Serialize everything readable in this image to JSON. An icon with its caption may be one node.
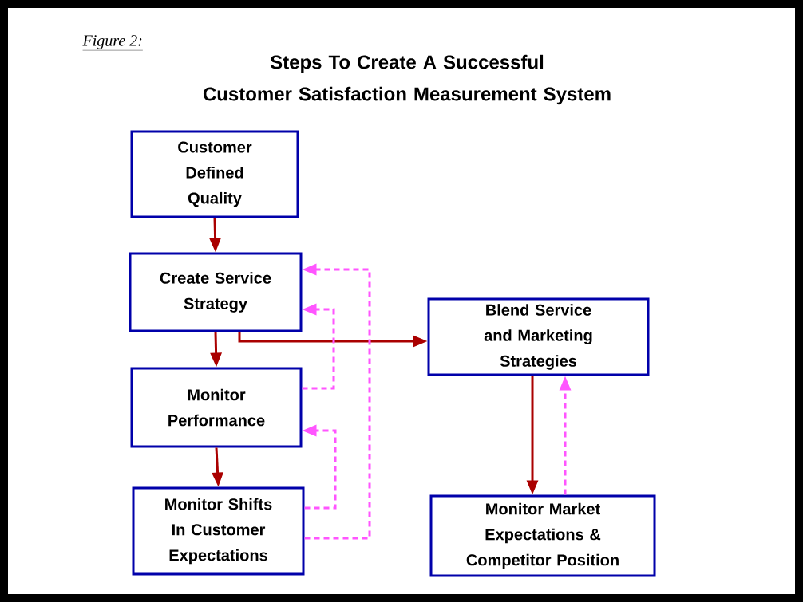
{
  "diagram": {
    "title": "Steps To Create A Successful Customer Satisfaction Measurement System",
    "nodes": [
      {
        "text": [
          "Customer Defined Quality"
        ]
      },
      {
        "text": [
          "Create Service Strategy"
        ]
      },
      {
        "text": [
          "Monitor Performance"
        ]
      },
      {
        "text": [
          "Monitor Shifts In Customer Expectations"
        ]
      },
      {
        "text": [
          "Blend Service and Marketing Strategies"
        ]
      },
      {
        "text": [
          "Monitor Market Expectations & Competitor Position"
        ]
      }
    ],
    "edges": [
      {
        "from": 0,
        "to": 1,
        "arrow": "to"
      },
      {
        "from": 1,
        "to": 2,
        "arrow": "to"
      },
      {
        "from": 2,
        "to": 3,
        "arrow": "to"
      },
      {
        "from": 1,
        "to": 4,
        "arrow": "to"
      },
      {
        "from": 4,
        "to": 5,
        "arrow": "to"
      },
      {
        "from": 5,
        "to": 4,
        "arrow": "to",
        "style": "dashed",
        "color": "#ff55ff"
      },
      {
        "from": 2,
        "to": 1,
        "arrow": "to",
        "style": "dashed",
        "color": "#ff55ff"
      },
      {
        "from": 3,
        "to": 2,
        "arrow": "to",
        "style": "dashed",
        "color": "#ff55ff"
      },
      {
        "from": 3,
        "to": 1,
        "arrow": "to",
        "style": "dashed",
        "color": "#ff55ff"
      }
    ],
    "labels": [
      "Figure 2:"
    ]
  }
}
